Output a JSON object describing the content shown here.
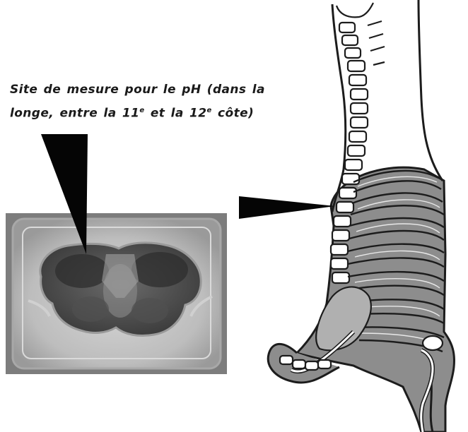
{
  "caption": {
    "line1": "Site de mesure pour le pH (dans la",
    "line2_a": "longe, entre la 11",
    "sup1": "e",
    "line2_b": " et la 12",
    "sup2": "e",
    "line2_c": " côte)"
  },
  "colors": {
    "meat_tray": "#c4c4c4",
    "photo_bg": "#8a8a8a",
    "carcass_fill": "#8d8d8d",
    "outline": "#1c1c1c",
    "pointer": "#050505"
  }
}
